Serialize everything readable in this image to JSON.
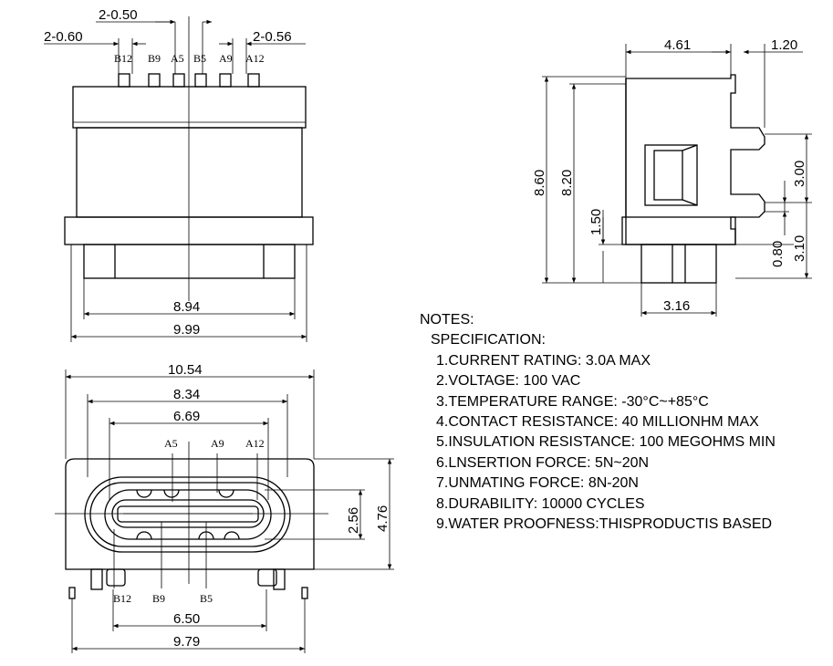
{
  "top_view": {
    "dims": {
      "pitch_b": "2-0.50",
      "pitch_l": "2-0.60",
      "pitch_r": "2-0.56",
      "inner_w": "8.94",
      "outer_w": "9.99"
    },
    "pins": [
      "B12",
      "B9",
      "A5",
      "B5",
      "A9",
      "A12"
    ]
  },
  "side_view": {
    "dims": {
      "depth": "4.61",
      "lip": "1.20",
      "h_total": "8.60",
      "h_body": "8.20",
      "h_flange": "1.50",
      "foot": "3.16",
      "latch_h": "3.00",
      "latch_off": "0.80",
      "latch_low": "3.10"
    }
  },
  "front_view": {
    "dims": {
      "flange_w": "10.54",
      "shell_w": "8.34",
      "tongue_w": "6.69",
      "tongue_h": "2.56",
      "shell_h": "4.76",
      "pad_w": "6.50",
      "pin_span": "9.79"
    },
    "pins_top": [
      "A5",
      "A9",
      "A12"
    ],
    "pins_bottom": [
      "B12",
      "B9",
      "B5"
    ]
  },
  "notes": {
    "heading": "NOTES:",
    "spec_title": "SPECIFICATION:",
    "items": [
      "1.CURRENT RATING: 3.0A MAX",
      "2.VOLTAGE: 100 VAC",
      "3.TEMPERATURE RANGE: -30°C~+85°C",
      "4.CONTACT RESISTANCE: 40 MILLIONHM MAX",
      "5.INSULATION RESISTANCE: 100 MEGOHMS MIN",
      "6.LNSERTION FORCE: 5N~20N",
      "7.UNMATING FORCE: 8N-20N",
      "8.DURABILITY: 10000 CYCLES",
      "9.WATER PROOFNESS:THISPRODUCTIS BASED"
    ]
  }
}
